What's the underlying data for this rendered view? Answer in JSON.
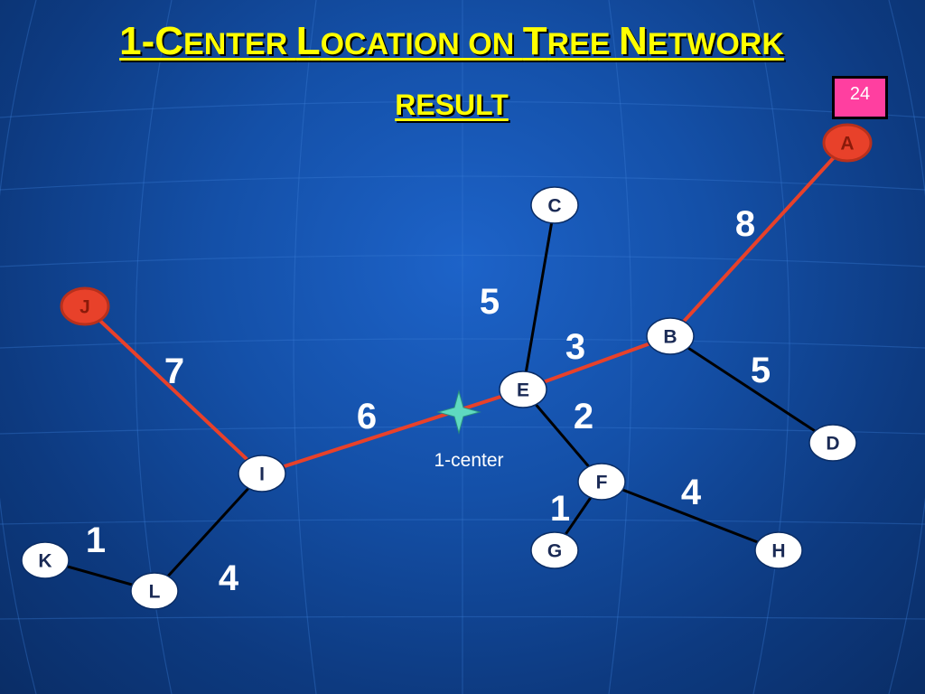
{
  "title": {
    "parts": [
      {
        "big": "1-C",
        "small": "ENTER "
      },
      {
        "big": "L",
        "small": "OCATION ON "
      },
      {
        "big": "T",
        "small": "REE "
      },
      {
        "big": "N",
        "small": "ETWORK"
      }
    ]
  },
  "subtitle": "RESULT",
  "page_number": "24",
  "colors": {
    "path_edge": "#e8412a",
    "normal_edge": "#000000",
    "node_fill": "#ffffff",
    "highlight_node_fill": "#e8412a",
    "title": "#ffff00",
    "label": "#ffffff",
    "center_marker": "#5fd9c0"
  },
  "center_label": "1-center",
  "nodes": [
    {
      "id": "A",
      "highlight": true
    },
    {
      "id": "B",
      "highlight": false
    },
    {
      "id": "C",
      "highlight": false
    },
    {
      "id": "D",
      "highlight": false
    },
    {
      "id": "E",
      "highlight": false
    },
    {
      "id": "F",
      "highlight": false
    },
    {
      "id": "G",
      "highlight": false
    },
    {
      "id": "H",
      "highlight": false
    },
    {
      "id": "I",
      "highlight": false
    },
    {
      "id": "J",
      "highlight": true
    },
    {
      "id": "K",
      "highlight": false
    },
    {
      "id": "L",
      "highlight": false
    }
  ],
  "edges": [
    {
      "from": "A",
      "to": "B",
      "weight": "8",
      "on_path": true
    },
    {
      "from": "B",
      "to": "E",
      "weight": "3",
      "on_path": true
    },
    {
      "from": "C",
      "to": "E",
      "weight": "5",
      "on_path": false
    },
    {
      "from": "B",
      "to": "D",
      "weight": "5",
      "on_path": false
    },
    {
      "from": "E",
      "to": "F",
      "weight": "2",
      "on_path": false
    },
    {
      "from": "E",
      "to": "I",
      "weight": "6",
      "on_path": true
    },
    {
      "from": "J",
      "to": "I",
      "weight": "7",
      "on_path": true
    },
    {
      "from": "F",
      "to": "G",
      "weight": "1",
      "on_path": false
    },
    {
      "from": "F",
      "to": "H",
      "weight": "4",
      "on_path": false
    },
    {
      "from": "I",
      "to": "L",
      "weight": "4",
      "on_path": false
    },
    {
      "from": "K",
      "to": "L",
      "weight": "1",
      "on_path": false
    }
  ]
}
